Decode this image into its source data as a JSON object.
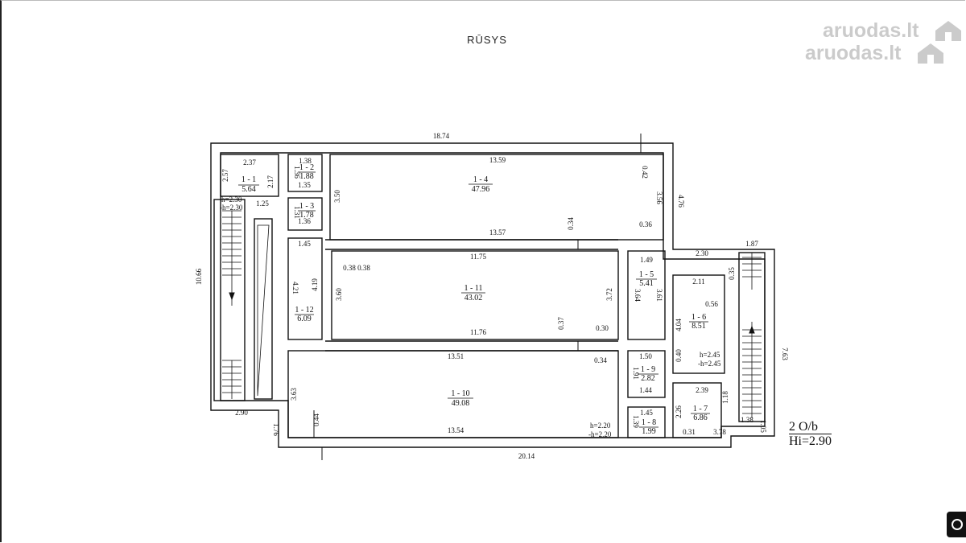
{
  "page": {
    "title": "RŪSYS"
  },
  "watermark": {
    "text": "aruodas.lt",
    "brand_color": "#a0a0a0"
  },
  "legend": {
    "floors": "2 O/b",
    "height": "Hi=2.90"
  },
  "rooms": {
    "r1_1": {
      "id": "1 - 1",
      "area": "5.64"
    },
    "r1_2": {
      "id": "1 - 2",
      "area": "1.88"
    },
    "r1_3": {
      "id": "1 - 3",
      "area": "1.78"
    },
    "r1_4": {
      "id": "1 - 4",
      "area": "47.96"
    },
    "r1_5": {
      "id": "1 - 5",
      "area": "5.41"
    },
    "r1_6": {
      "id": "1 - 6",
      "area": "8.51"
    },
    "r1_7": {
      "id": "1 - 7",
      "area": "6.86"
    },
    "r1_8": {
      "id": "1 - 8",
      "area": "1.99"
    },
    "r1_9": {
      "id": "1 - 9",
      "area": "2.82"
    },
    "r1_10": {
      "id": "1 - 10",
      "area": "49.08"
    },
    "r1_11": {
      "id": "1 - 11",
      "area": "43.02"
    },
    "r1_12": {
      "id": "1 - 12",
      "area": "6.09"
    }
  },
  "heights": {
    "stair_left_h": "h=2.30",
    "stair_left_mh": "-h=2.30",
    "stair_right_h": "h=2.45",
    "stair_right_mh": "-h=2.45",
    "room10_h": "h=2.20",
    "room10_mh": "-h=2.20"
  },
  "dims": {
    "top_total": "18.74",
    "bottom_total": "20.14",
    "left_total": "10.66",
    "right_total": "7.63",
    "r4_top": "13.59",
    "r4_bottom": "13.57",
    "r4_left": "3.50",
    "r4_right": "3.56",
    "r4_right_outer": "4.76",
    "r4_notch": "0.42",
    "r4_wall": "0.34",
    "r4_wall2": "0.36",
    "r11_top": "11.75",
    "r11_bottom": "11.76",
    "r11_left": "3.60",
    "r11_right": "3.72",
    "r11_wall_a": "0.38",
    "r11_wall_b": "0.38",
    "r11_wall_c": "0.37",
    "r11_wall_d": "0.30",
    "r10_top": "13.51",
    "r10_bottom": "13.54",
    "r10_left": "3.63",
    "r10_wall": "0.34",
    "r10_wall_left": "0.44",
    "r10_left_outer": "1.76",
    "r12_top": "1.45",
    "r12_left": "4.21",
    "r12_right": "4.19",
    "r1_top": "2.37",
    "r1_left": "2.57",
    "r1_right": "2.17",
    "r1_bottom": "1.25",
    "r2_top": "1.38",
    "r2_left": "1.36",
    "r2_bottom": "1.35",
    "r3_left": "1.31",
    "r3_bottom": "1.36",
    "stair_left_bottom": "2.90",
    "r5_top": "1.49",
    "r5_left": "3.64",
    "r5_right": "3.61",
    "r9_top": "1.50",
    "r9_left": "1.91",
    "r9_bottom": "1.44",
    "r8_top": "1.45",
    "r8_left": "1.39",
    "r8_wall": "0.31",
    "r6_top": "2.11",
    "r6_left": "4.04",
    "r6_wall": "0.56",
    "r6_wall2": "0.40",
    "r7_top": "2.39",
    "r7_left": "2.26",
    "r7_bottom": "3.78",
    "r7_right": "1.18",
    "step_right": "2.30",
    "stair_right_top": "1.87",
    "stair_right_wall": "0.35",
    "stair_right_bottom": "1.38",
    "stair_right_corner": "1.05"
  },
  "colors": {
    "line": "#111111",
    "paper": "#ffffff",
    "watermark": "#a0a0a0"
  }
}
